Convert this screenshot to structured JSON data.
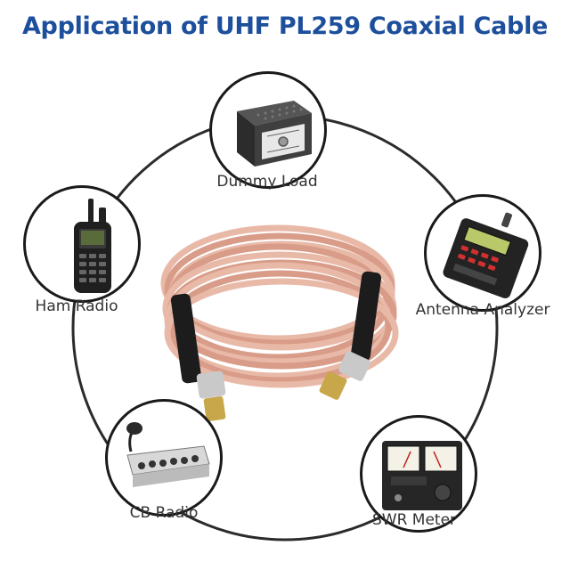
{
  "title": "Application of UHF PL259 Coaxial Cable",
  "colors": {
    "title": "#1d4f9c",
    "label": "#333333",
    "ring": "#2b2b2b",
    "node_border": "#1a1a1a",
    "cable": "#e9b9a8",
    "cable_shade": "#d89c88",
    "boot": "#1c1c1c",
    "connector": "#c9c9c9",
    "connector_gold": "#c8a64a"
  },
  "devices": [
    {
      "key": "dummy-load",
      "label": "Dummy Load",
      "icon": "dummy-load-icon"
    },
    {
      "key": "ham-radio",
      "label": "Ham Radio",
      "icon": "ham-radio-icon"
    },
    {
      "key": "antenna-analyzer",
      "label": "Antenna Analyzer",
      "icon": "antenna-analyzer-icon"
    },
    {
      "key": "cb-radio",
      "label": "CB Radio",
      "icon": "cb-radio-icon"
    },
    {
      "key": "swr-meter",
      "label": "SWR Meter",
      "icon": "swr-meter-icon"
    }
  ]
}
